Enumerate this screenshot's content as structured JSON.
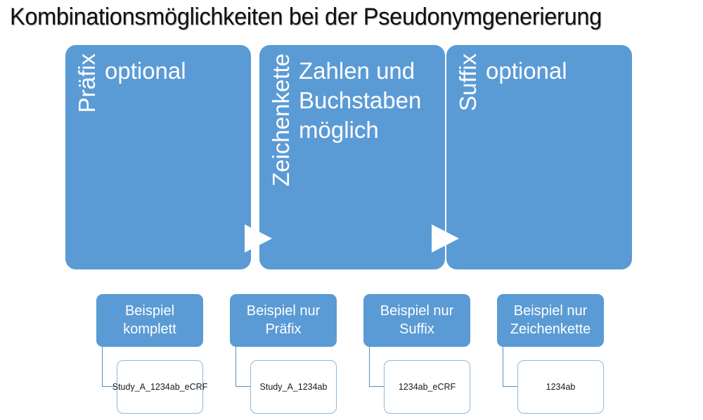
{
  "title": "Kombinationsmöglichkeiten bei der Pseudonymgenerierung",
  "colors": {
    "accent_blue": "#5B9BD5",
    "box_border": "#8FB8DC",
    "connector": "#5B8EC4",
    "text_on_accent": "#FFFFFF",
    "title_text": "#101010",
    "background": "#FFFFFF"
  },
  "stages": [
    {
      "name": "Präfix",
      "description": "optional"
    },
    {
      "name": "Zeichenkette",
      "description": "Zahlen und Buchstaben möglich"
    },
    {
      "name": "Suffix",
      "description": "optional"
    }
  ],
  "arrows": [
    {
      "name": "arrow-praefix-to-zeichenkette"
    },
    {
      "name": "arrow-zeichenkette-to-suffix"
    }
  ],
  "examples": [
    {
      "label": "Beispiel komplett",
      "value": "Study_A_1234ab_eCRF"
    },
    {
      "label": "Beispiel nur Präfix",
      "value": "Study_A_1234ab"
    },
    {
      "label": "Beispiel nur Suffix",
      "value": "1234ab_eCRF"
    },
    {
      "label": "Beispiel nur Zeichenkette",
      "value": "1234ab"
    }
  ]
}
